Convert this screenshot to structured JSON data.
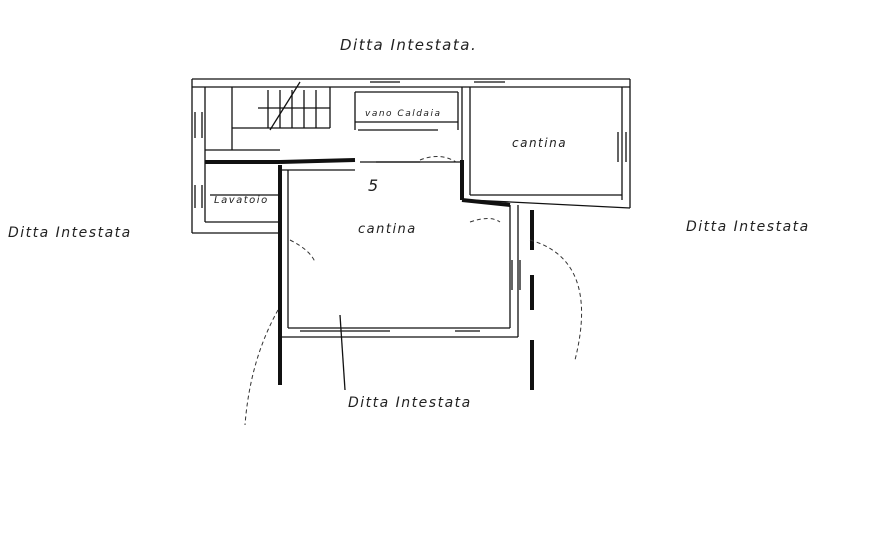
{
  "labels": {
    "neighbor_top": "Ditta Intestata.",
    "neighbor_left": "Ditta Intestata",
    "neighbor_right": "Ditta Intestata",
    "neighbor_bottom": "Ditta Intestata",
    "room_cantina_right": "cantina",
    "room_cantina_main": "cantina",
    "room_vano_caldaia": "vano Caldaia",
    "room_lavatoio": "Lavatoio",
    "room_number": "5"
  },
  "colors": {
    "ink": "#111111",
    "paper": "#ffffff"
  }
}
